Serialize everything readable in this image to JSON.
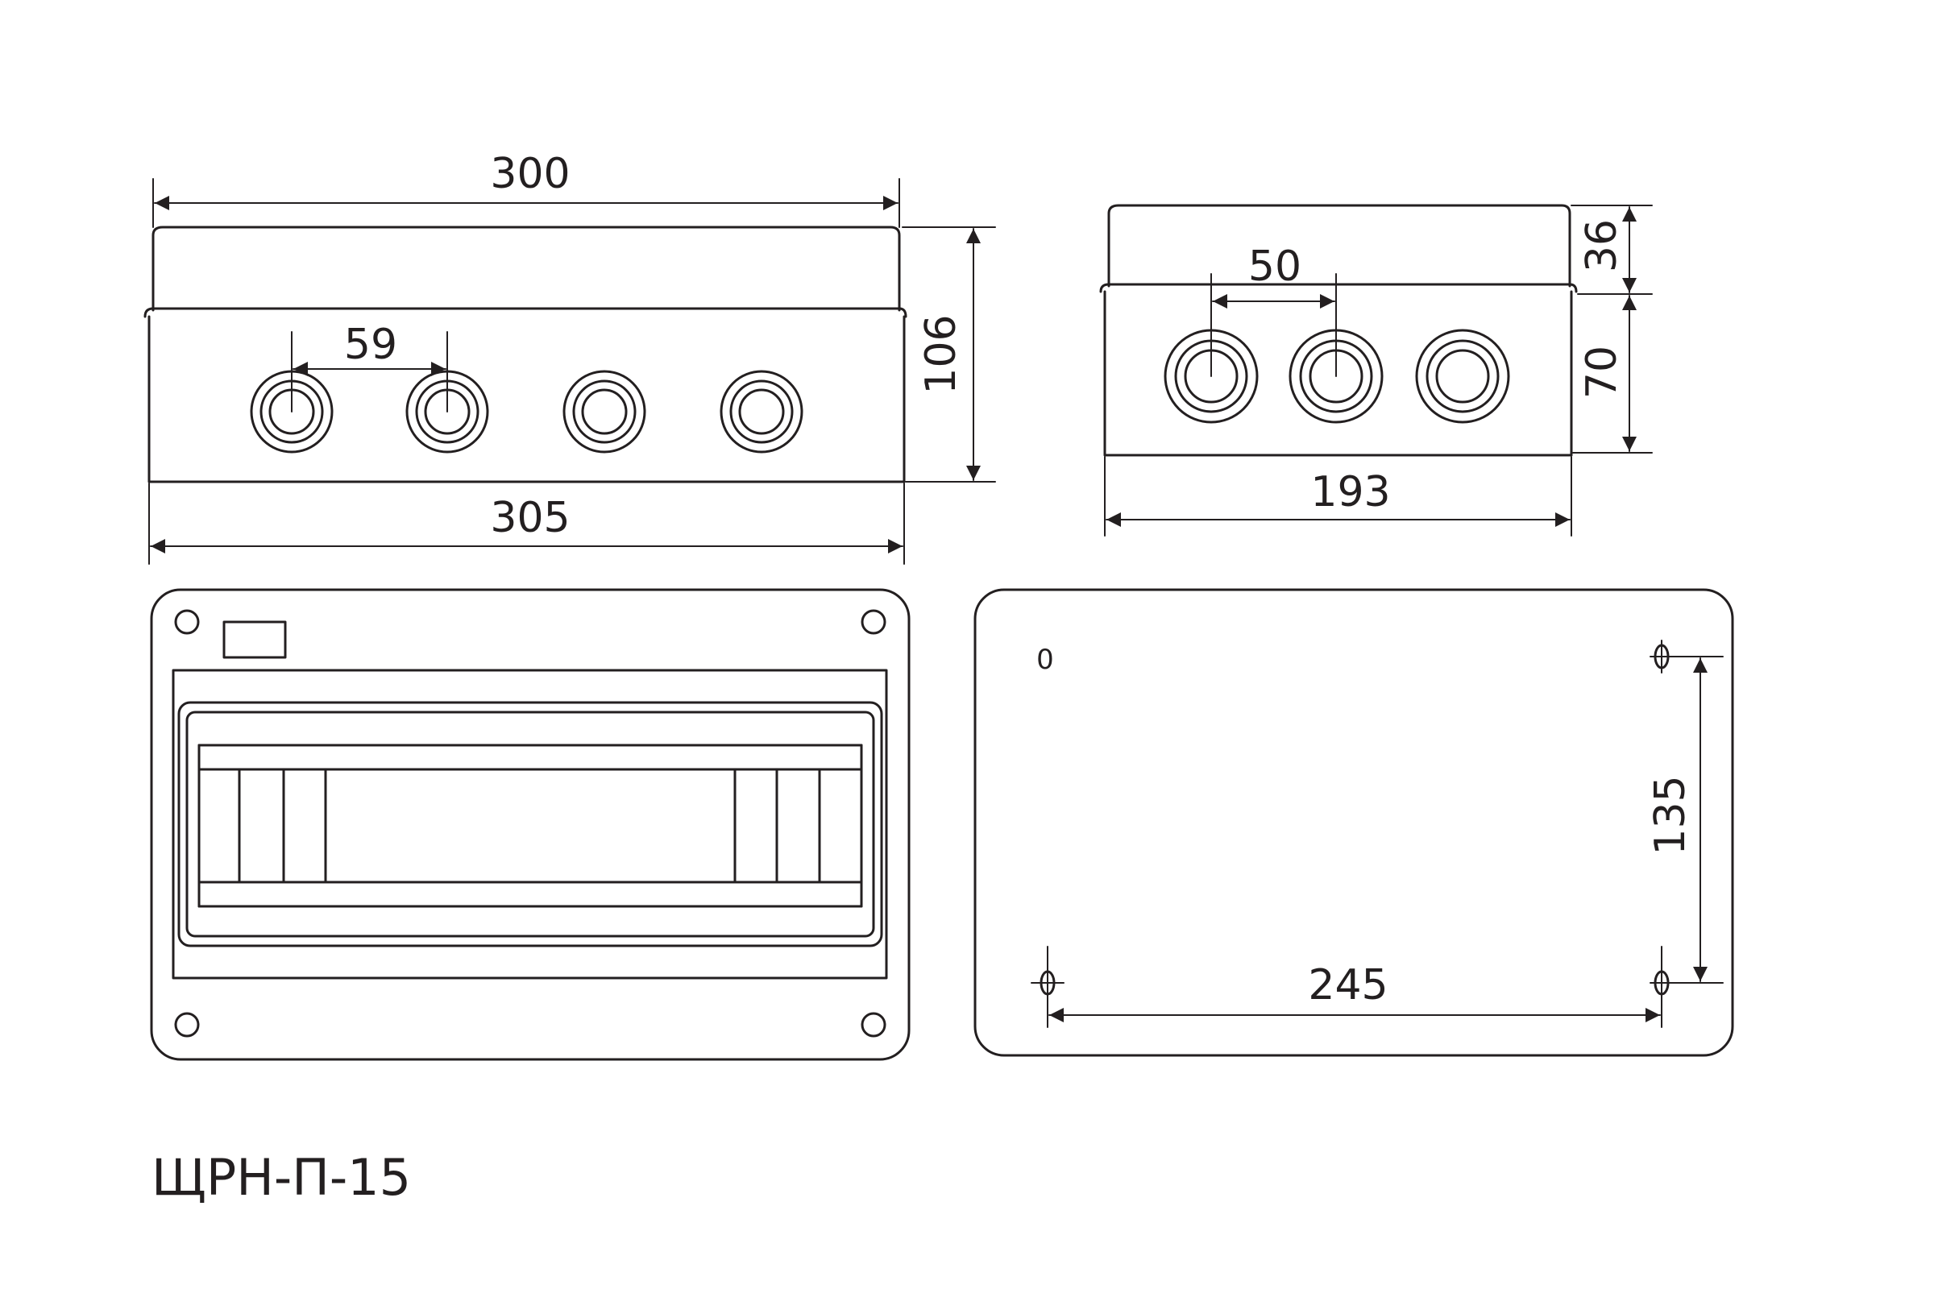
{
  "dimensions": {
    "top_width": "300",
    "bottom_width": "305",
    "height_front": "106",
    "gland_spacing_front": "59",
    "side_width": "193",
    "side_lid_height": "36",
    "side_body_height": "70",
    "gland_spacing_side": "50",
    "mount_horizontal": "245",
    "mount_vertical": "135"
  },
  "back_marker": "0",
  "model_name": "ЩРН-П-15",
  "colors": {
    "line": "#231f20",
    "background": "#ffffff"
  }
}
